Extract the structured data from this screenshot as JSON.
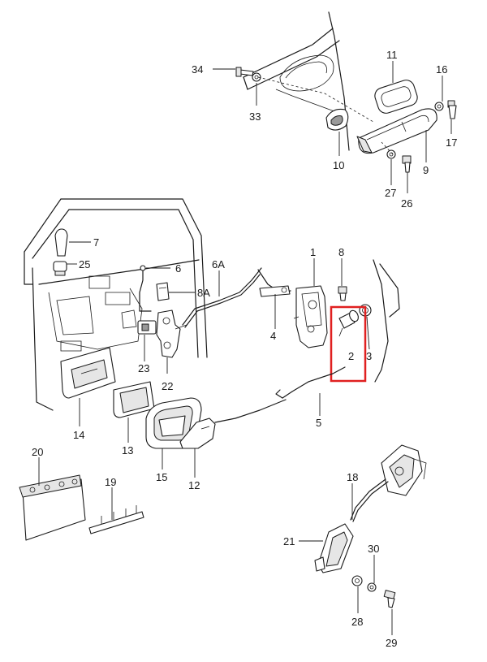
{
  "labels": {
    "p1": "1",
    "p2": "2",
    "p3": "3",
    "p4": "4",
    "p5": "5",
    "p6": "6",
    "p6a": "6A",
    "p7": "7",
    "p8": "8",
    "p8a": "8A",
    "p9": "9",
    "p10": "10",
    "p11": "11",
    "p12": "12",
    "p13": "13",
    "p14": "14",
    "p15": "15",
    "p16": "16",
    "p17": "17",
    "p18": "18",
    "p19": "19",
    "p20": "20",
    "p21": "21",
    "p22": "22",
    "p23": "23",
    "p25": "25",
    "p26": "26",
    "p27": "27",
    "p28": "28",
    "p29": "29",
    "p30": "30",
    "p33": "33",
    "p34": "34"
  },
  "highlight": {
    "color": "#e02020",
    "part": "2"
  }
}
